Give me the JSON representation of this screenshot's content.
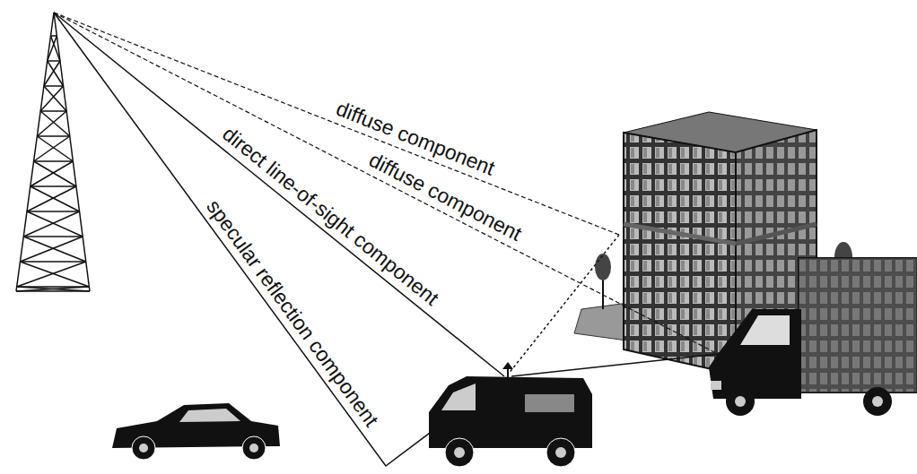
{
  "diagram": {
    "labels": [
      "diffuse component",
      "diffuse component",
      "direct line-of-sight component",
      "specular reflection component"
    ]
  }
}
